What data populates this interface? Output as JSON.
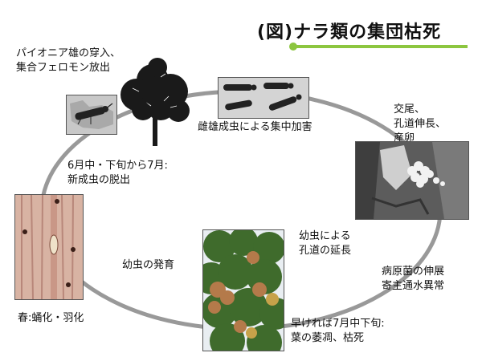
{
  "title": "(図)ナラ類の集団枯死",
  "colors": {
    "accent": "#8cc63f",
    "cycle": "#999999"
  },
  "labels": {
    "pioneer": [
      "パイオニア雄の穿入、",
      "集合フェロモン放出"
    ],
    "adults": "雌雄成虫による集中加害",
    "mating": [
      "交尾、",
      "孔道伸長、",
      "産卵"
    ],
    "larva_tunnel": [
      "幼虫による",
      "孔道の延長"
    ],
    "pathogen": [
      "病原菌の伸展",
      "寄主通水異常"
    ],
    "wilting": [
      "早ければ7月中下旬:",
      "葉の萎凋、枯死"
    ],
    "larva_growth": "幼虫の発育",
    "spring": "春:蛹化・羽化",
    "emergence": [
      "6月中・下旬から7月:",
      "新成虫の脱出"
    ]
  },
  "images": {
    "beetle_single": "pioneer-beetle-photo",
    "tree": "tree-silhouette",
    "beetles_group": "beetle-group-photo",
    "bark_frass": "bark-frass-photo",
    "forest": "dying-oak-forest-photo",
    "wood": "wood-section-photo"
  }
}
